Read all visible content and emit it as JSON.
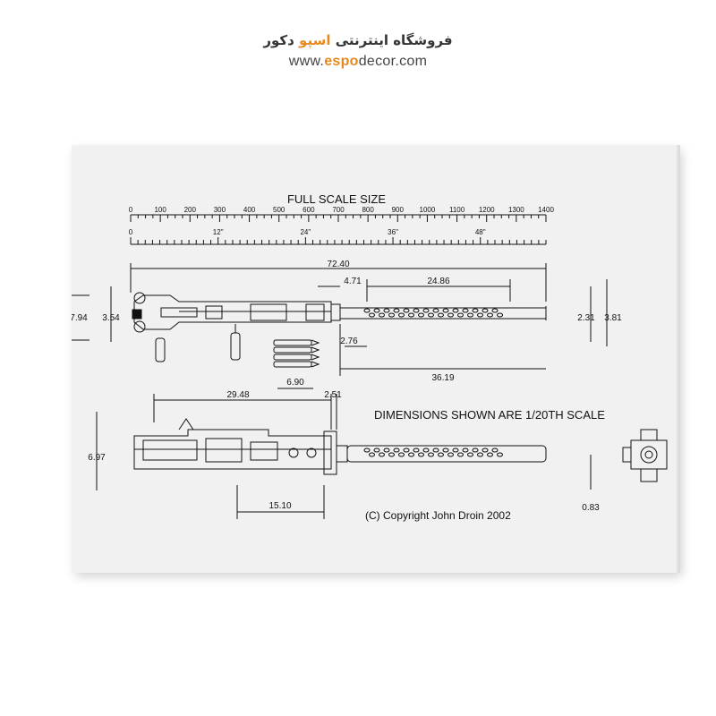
{
  "brand": {
    "store_prefix": "فروشگاه اینترنتی ",
    "store_name": "اسپو",
    "store_suffix": " دکور",
    "url_prefix": "www.",
    "url_accent": "espo",
    "url_suffix": "decor.com",
    "accent_color": "#e8891c"
  },
  "blueprint": {
    "title": "FULL SCALE SIZE",
    "ruler_mm_labels": [
      "0",
      "100",
      "200",
      "300",
      "400",
      "500",
      "600",
      "700",
      "800",
      "900",
      "1000",
      "1100",
      "1200",
      "1300",
      "1400"
    ],
    "ruler_in_labels": [
      "0",
      "12\"",
      "24\"",
      "36\"",
      "48\""
    ],
    "dims": {
      "overall": "72.40",
      "barrel_jacket": "24.86",
      "front": "4.71",
      "height_left": "7.94",
      "grip": "3.54",
      "muzzle_a": "2.31",
      "muzzle_b": "3.81",
      "round": "2.76",
      "barrel": "36.19",
      "ammo": "6.90",
      "receiver": "29.48",
      "trunnion": "2.51",
      "side_height": "6.97",
      "mount": "15.10",
      "muzzle_offset": "0.83"
    },
    "scale_note": "DIMENSIONS SHOWN ARE 1/20TH SCALE",
    "copyright": "(C) Copyright John Droin 2002"
  }
}
